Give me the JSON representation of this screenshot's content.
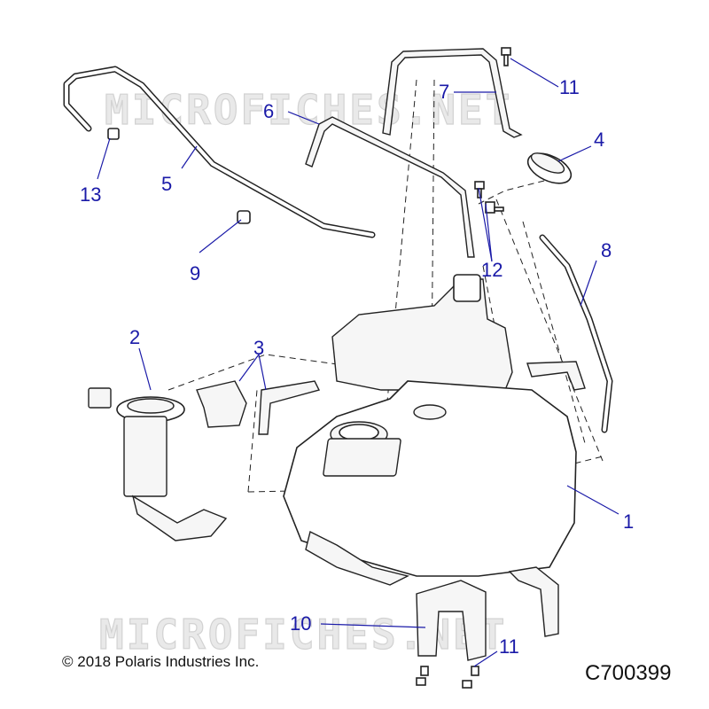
{
  "watermark": "MICROFICHES.NET",
  "callouts": [
    "1",
    "2",
    "3",
    "4",
    "5",
    "6",
    "7",
    "8",
    "9",
    "10",
    "11",
    "11",
    "12",
    "13"
  ],
  "copyright": "© 2018 Polaris Industries Inc.",
  "figure_id": "C700399"
}
